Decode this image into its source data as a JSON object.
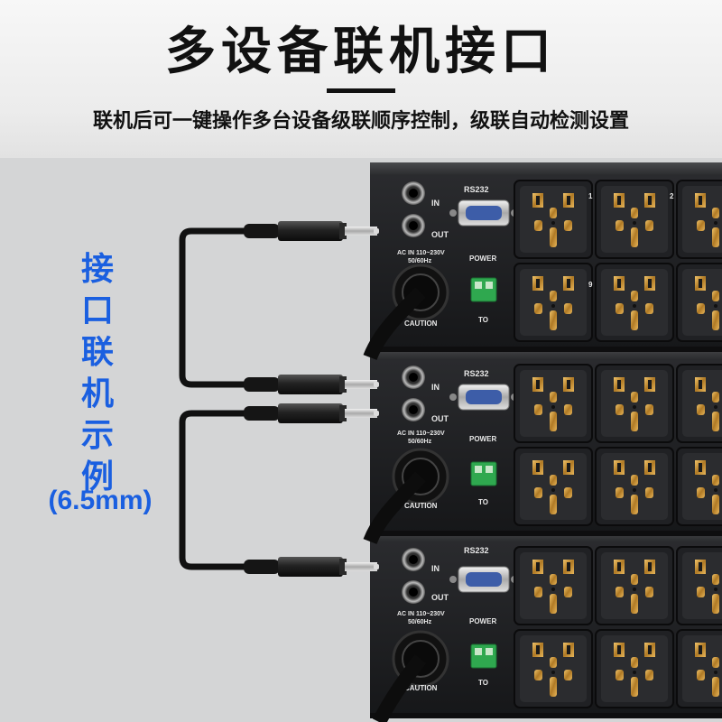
{
  "header": {
    "title": "多设备联机接口",
    "subtitle": "联机后可一键操作多台设备级联顺序控制，级联自动检测设置"
  },
  "side": {
    "label": "接口联机示例",
    "unit": "(6.5mm)"
  },
  "panel": {
    "in_label": "IN",
    "out_label": "OUT",
    "rs232_label": "RS232",
    "ac_label_line1": "AC IN 110~230V",
    "ac_label_line2": "50/60Hz",
    "power_label": "POWER",
    "to_label": "TO",
    "caution_label": "CAUTION",
    "socket_numbers_top": [
      "1",
      "2"
    ],
    "socket_numbers_bottom": [
      "9"
    ]
  },
  "colors": {
    "accent": "#1a5fe0",
    "panel": "#1e1f21",
    "socket_metal": "#c9963a",
    "terminal_green": "#2fa84f"
  }
}
